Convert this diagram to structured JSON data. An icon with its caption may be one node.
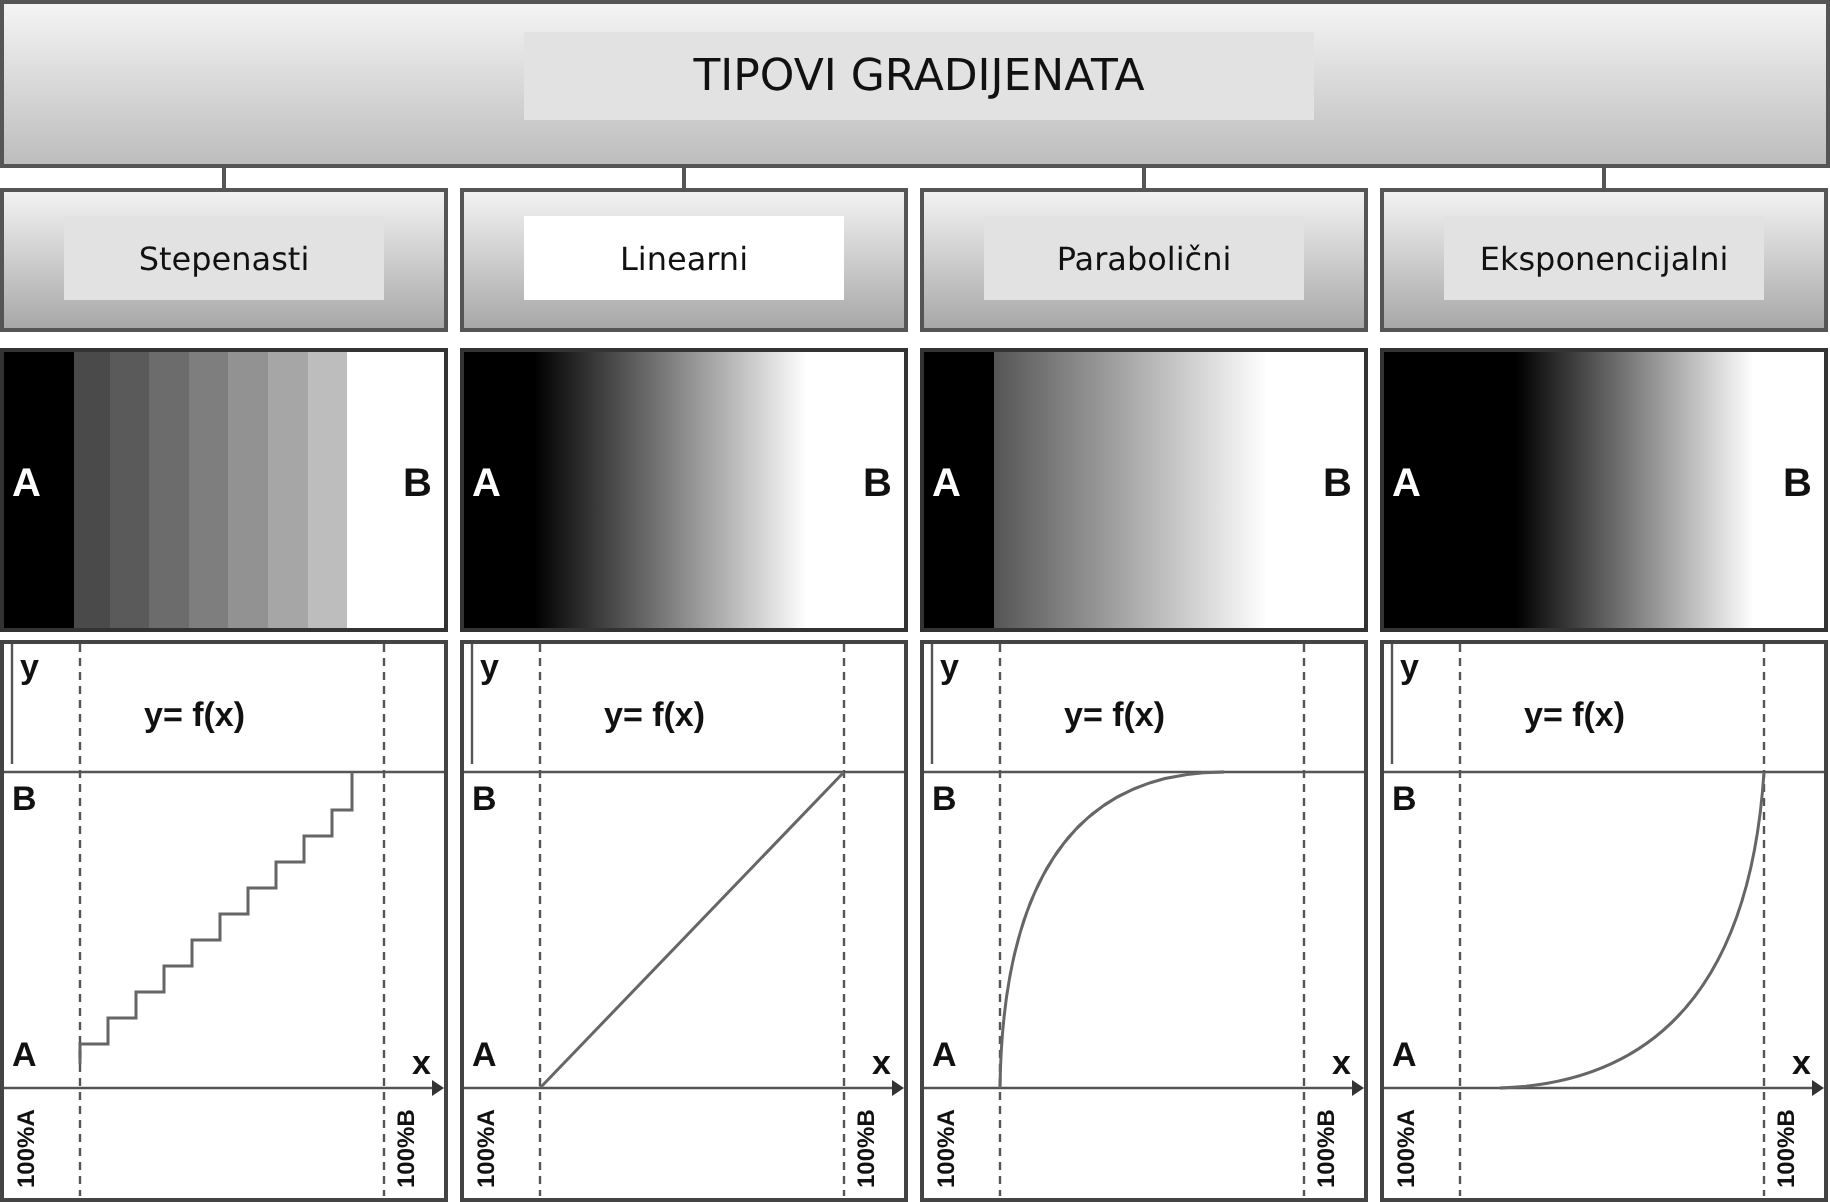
{
  "diagram": {
    "nodes": [
      {
        "text": [
          "TIPOVI GRADIJENATA"
        ]
      },
      {
        "text": [
          "Stepenasti"
        ]
      },
      {
        "text": [
          "Linearni"
        ]
      },
      {
        "text": [
          "Parabolični"
        ]
      },
      {
        "text": [
          "Eksponencijalni"
        ]
      },
      {
        "text": [
          "A",
          "B"
        ]
      },
      {
        "text": [
          "A",
          "B"
        ]
      },
      {
        "text": [
          "A",
          "B"
        ]
      },
      {
        "text": [
          "A",
          "B"
        ]
      },
      {
        "text": [
          "y",
          "y= f(x)",
          "B",
          "A",
          "x",
          "100%A",
          "100%B"
        ]
      },
      {
        "text": [
          "y",
          "y= f(x)",
          "B",
          "A",
          "x",
          "100%A",
          "100%B"
        ]
      },
      {
        "text": [
          "y",
          "y= f(x)",
          "B",
          "A",
          "x",
          "100%A",
          "100%B"
        ]
      },
      {
        "text": [
          "y",
          "y= f(x)",
          "B",
          "A",
          "x",
          "100%A",
          "100%B"
        ]
      }
    ],
    "edges": [
      {
        "from": 0,
        "to": 1,
        "arrow": "none"
      },
      {
        "from": 0,
        "to": 2,
        "arrow": "none"
      },
      {
        "from": 0,
        "to": 3,
        "arrow": "none"
      },
      {
        "from": 0,
        "to": 4,
        "arrow": "none"
      }
    ]
  }
}
